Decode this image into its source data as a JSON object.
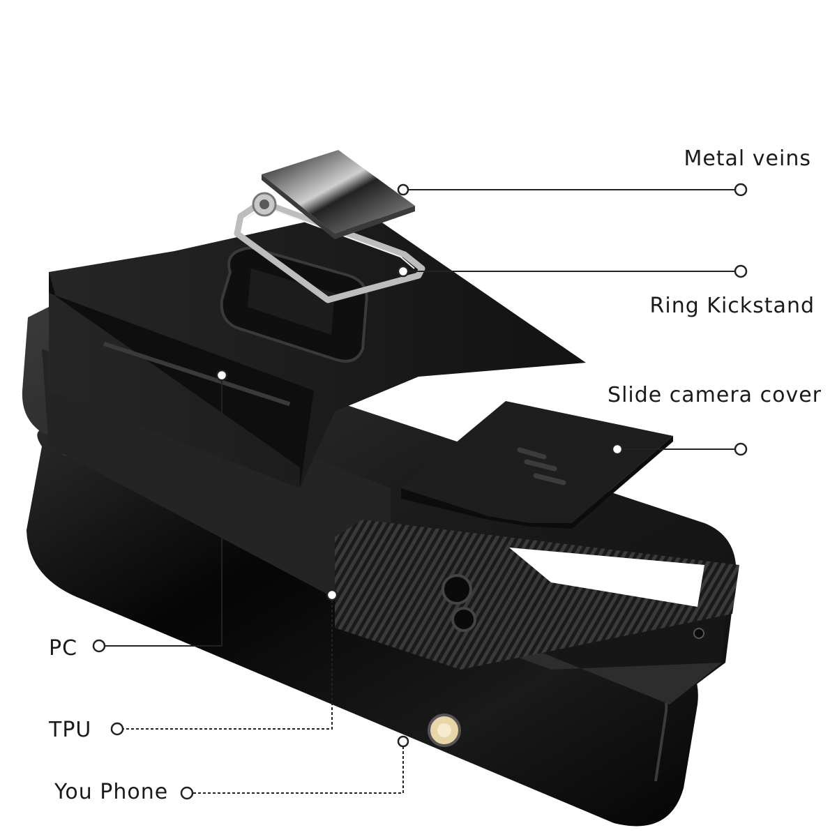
{
  "callouts": {
    "metal_veins": "Metal veins",
    "ring_kickstand": "Ring Kickstand",
    "slide_camera_cover": "Slide camera cover",
    "pc": "PC",
    "tpu": "TPU",
    "you_phone": "You Phone"
  },
  "colors": {
    "case_dark": "#1b1b1b",
    "case_mid": "#2c2c2c",
    "phone_gloss": "#0d0d0d",
    "ring_silver": "#c8c8c8",
    "lens_gold": "#e8d6a8",
    "leader_line": "#222222",
    "background": "#ffffff"
  }
}
